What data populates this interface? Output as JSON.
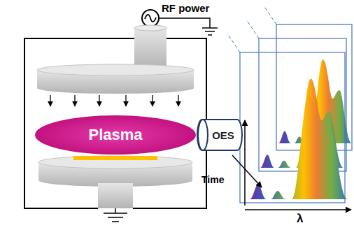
{
  "diagram": {
    "nodes": [
      {
        "text": [
          "Plasma"
        ]
      },
      {
        "text": [
          "OES"
        ]
      }
    ],
    "labels": [
      "RF power",
      "Time",
      "λ"
    ]
  }
}
